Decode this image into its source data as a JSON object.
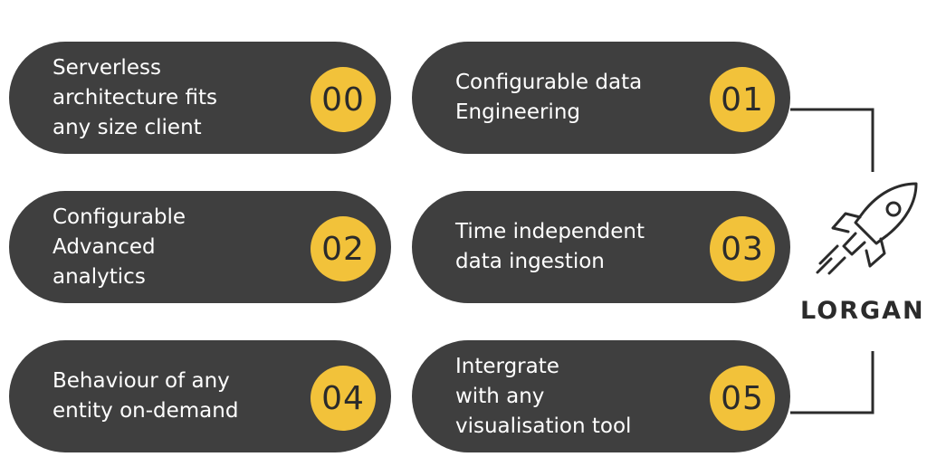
{
  "steps": [
    {
      "number": "00",
      "lines": [
        "Serverless",
        "architecture fits",
        "any size client"
      ]
    },
    {
      "number": "01",
      "lines": [
        "Configurable data",
        "Engineering"
      ]
    },
    {
      "number": "02",
      "lines": [
        "Configurable",
        "Advanced",
        "analytics"
      ]
    },
    {
      "number": "03",
      "lines": [
        "Time independent",
        "data ingestion"
      ]
    },
    {
      "number": "04",
      "lines": [
        "Behaviour of any",
        "entity on-demand"
      ]
    },
    {
      "number": "05",
      "lines": [
        "Intergrate",
        "with any",
        "visualisation tool"
      ]
    }
  ],
  "brand": {
    "name": "LORGAN",
    "icon": "rocket-icon"
  },
  "colors": {
    "pill": "#3f3f3f",
    "badge": "#f2c23a",
    "text": "#ffffff",
    "line": "#2b2b2b"
  }
}
